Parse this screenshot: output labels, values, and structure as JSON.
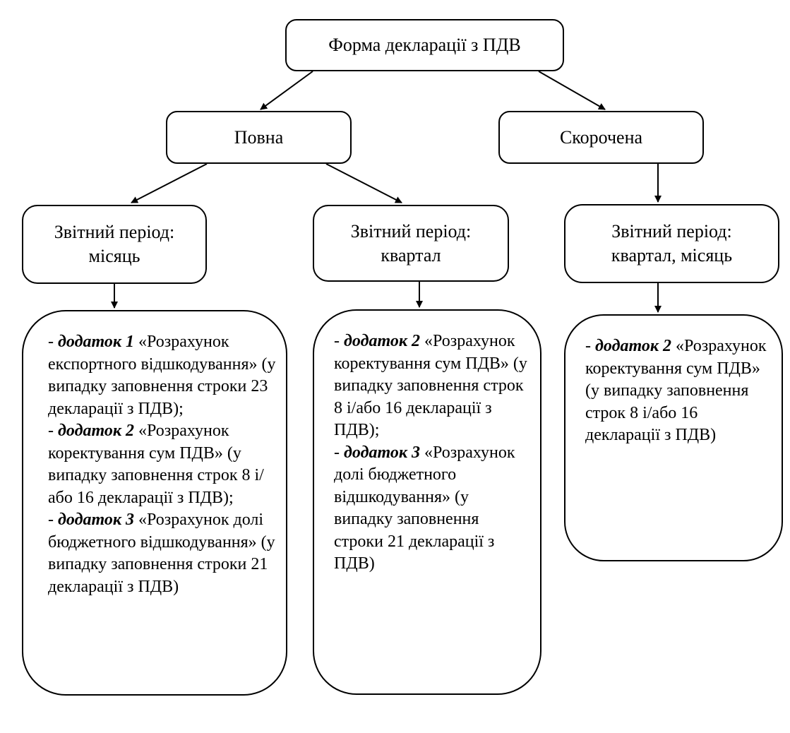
{
  "nodes": {
    "root": "Форма декларації з ПДВ",
    "full": "Повна",
    "short": "Скорочена",
    "period_month": {
      "line1": "Звітний період:",
      "line2": "місяць"
    },
    "period_quarter": {
      "line1": "Звітний період:",
      "line2": "квартал"
    },
    "period_quarter_month": {
      "line1": "Звітний період:",
      "line2": "квартал, місяць"
    }
  },
  "lists": {
    "month": [
      {
        "dash": "- ",
        "title": "додаток 1",
        "text": " «Розрахунок експортного відшкодування» (у випадку заповнення строки 23 декларації з ПДВ);"
      },
      {
        "dash": "- ",
        "title": "додаток 2",
        "text": " «Розрахунок коректування сум ПДВ» (у випадку заповнення строк 8 і/або 16 декларації з ПДВ);"
      },
      {
        "dash": "- ",
        "title": "додаток 3",
        "text": " «Розрахунок долі бюджетного відшкодування» (у випадку заповнення строки 21 декларації з ПДВ)"
      }
    ],
    "quarter": [
      {
        "dash": "- ",
        "title": "додаток 2",
        "text": " «Розрахунок коректування сум ПДВ» (у випадку заповнення строк 8 і/або 16 декларації з ПДВ);"
      },
      {
        "dash": "- ",
        "title": "додаток 3",
        "text": " «Розрахунок долі бюджетного відшкодування» (у випадку заповнення строки 21 декларації з ПДВ)"
      }
    ],
    "quarter_month": [
      {
        "dash": "- ",
        "title": "додаток 2",
        "text": " «Розрахунок коректування сум ПДВ» (у випадку заповнення строк 8 і/або 16 декларації з ПДВ)"
      }
    ]
  }
}
